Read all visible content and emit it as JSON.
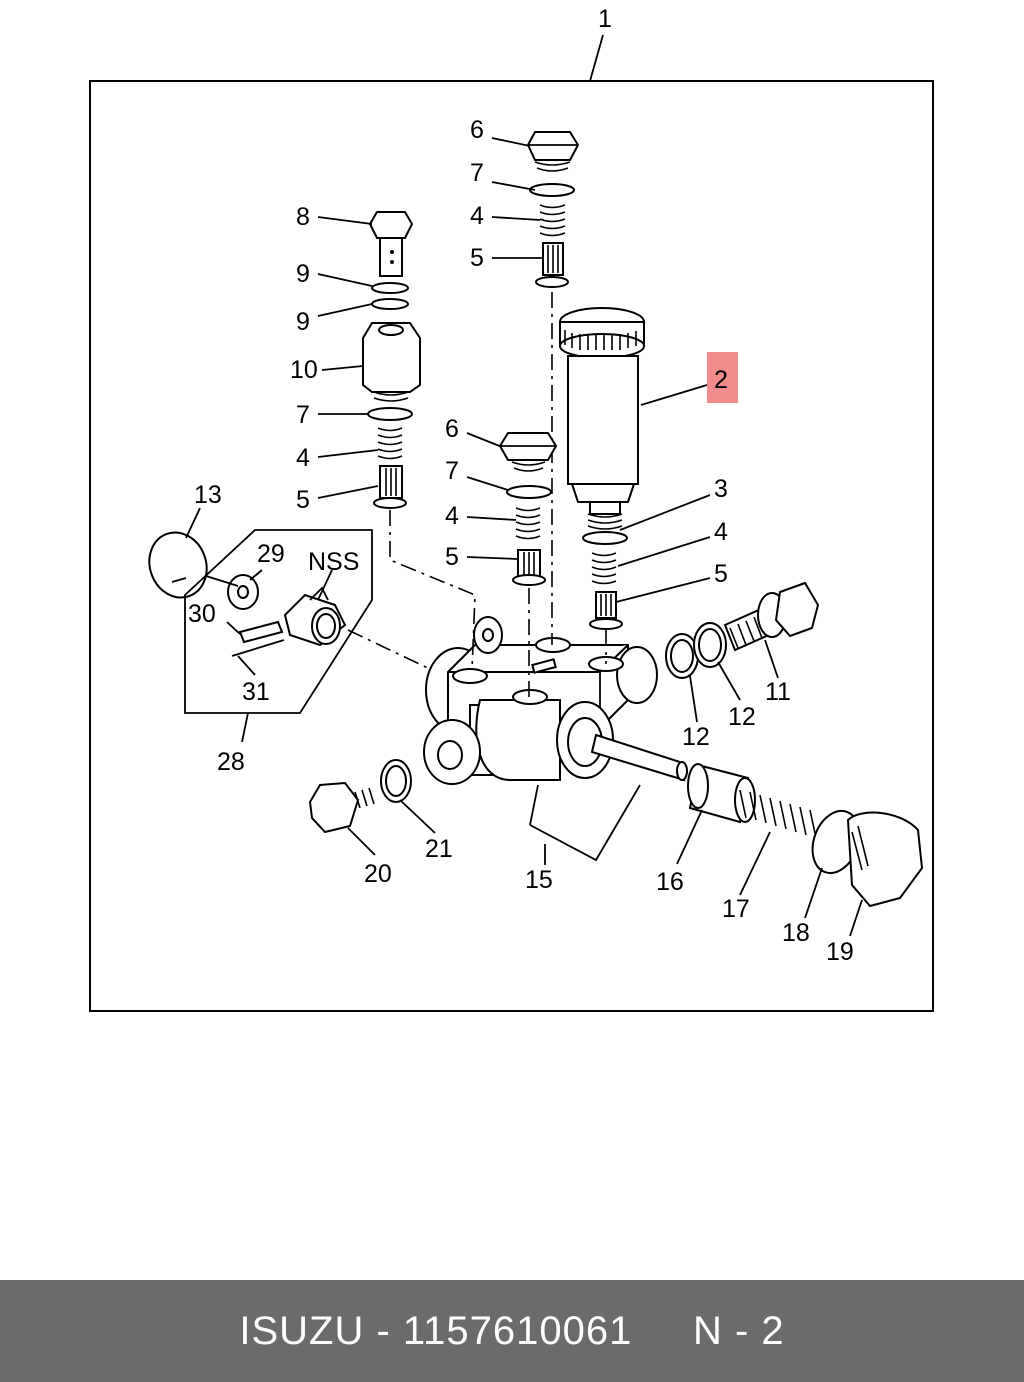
{
  "diagram": {
    "callouts": [
      {
        "id": "c1",
        "text": "1"
      },
      {
        "id": "c2",
        "text": "2"
      },
      {
        "id": "c3",
        "text": "3"
      },
      {
        "id": "c4a",
        "text": "4"
      },
      {
        "id": "c4b",
        "text": "4"
      },
      {
        "id": "c4c",
        "text": "4"
      },
      {
        "id": "c4d",
        "text": "4"
      },
      {
        "id": "c5a",
        "text": "5"
      },
      {
        "id": "c5b",
        "text": "5"
      },
      {
        "id": "c5c",
        "text": "5"
      },
      {
        "id": "c5d",
        "text": "5"
      },
      {
        "id": "c6a",
        "text": "6"
      },
      {
        "id": "c6b",
        "text": "6"
      },
      {
        "id": "c7a",
        "text": "7"
      },
      {
        "id": "c7b",
        "text": "7"
      },
      {
        "id": "c7c",
        "text": "7"
      },
      {
        "id": "c8",
        "text": "8"
      },
      {
        "id": "c9a",
        "text": "9"
      },
      {
        "id": "c9b",
        "text": "9"
      },
      {
        "id": "c10",
        "text": "10"
      },
      {
        "id": "c11",
        "text": "11"
      },
      {
        "id": "c12a",
        "text": "12"
      },
      {
        "id": "c12b",
        "text": "12"
      },
      {
        "id": "c13",
        "text": "13"
      },
      {
        "id": "c15",
        "text": "15"
      },
      {
        "id": "c16",
        "text": "16"
      },
      {
        "id": "c17",
        "text": "17"
      },
      {
        "id": "c18",
        "text": "18"
      },
      {
        "id": "c19",
        "text": "19"
      },
      {
        "id": "c20",
        "text": "20"
      },
      {
        "id": "c21",
        "text": "21"
      },
      {
        "id": "c28",
        "text": "28"
      },
      {
        "id": "c29",
        "text": "29"
      },
      {
        "id": "c30",
        "text": "30"
      },
      {
        "id": "c31",
        "text": "31"
      },
      {
        "id": "nss",
        "text": "NSS"
      }
    ],
    "highlight_color": "#f28b8b"
  },
  "footer": {
    "brand": "ISUZU",
    "separator": " - ",
    "part_number": "1157610061",
    "position_label": "N - 2",
    "background": "#6b6b6b"
  }
}
